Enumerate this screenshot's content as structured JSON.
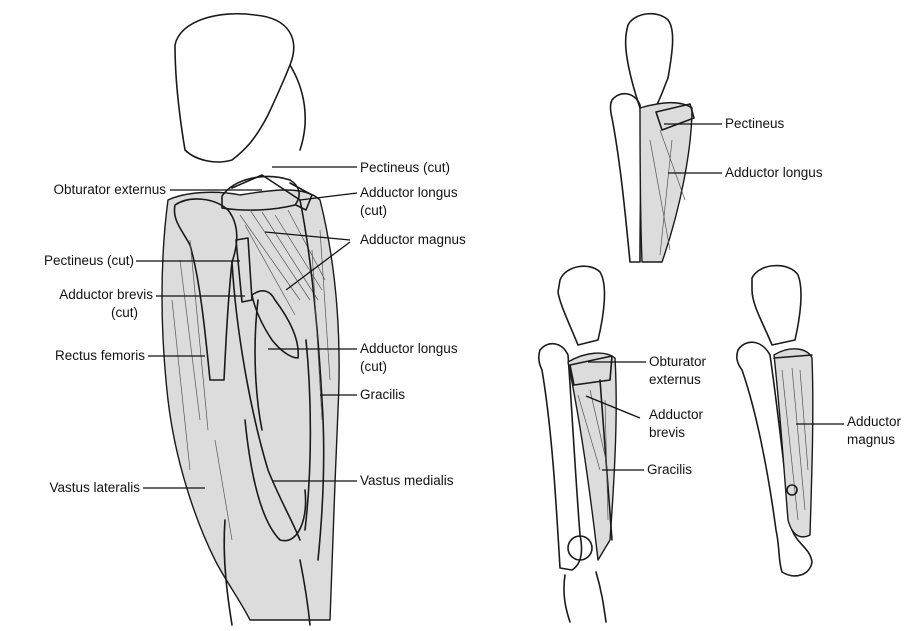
{
  "main": {
    "labels": {
      "pectineus_cut_top": "Pectineus (cut)",
      "obturator_externus": "Obturator externus",
      "adductor_longus_cut_top_1": "Adductor longus",
      "adductor_longus_cut_top_2": "(cut)",
      "adductor_magnus": "Adductor magnus",
      "pectineus_cut_left": "Pectineus (cut)",
      "adductor_brevis_cut_1": "Adductor brevis",
      "adductor_brevis_cut_2": "(cut)",
      "rectus_femoris": "Rectus femoris",
      "adductor_longus_cut_mid_1": "Adductor longus",
      "adductor_longus_cut_mid_2": "(cut)",
      "gracilis": "Gracilis",
      "vastus_lateralis": "Vastus lateralis",
      "vastus_medialis": "Vastus medialis"
    }
  },
  "inset_top": {
    "labels": {
      "pectineus": "Pectineus",
      "adductor_longus": "Adductor longus"
    }
  },
  "inset_bottom_left": {
    "labels": {
      "obturator_externus_1": "Obturator",
      "obturator_externus_2": "externus",
      "adductor_brevis_1": "Adductor",
      "adductor_brevis_2": "brevis",
      "gracilis": "Gracilis"
    }
  },
  "inset_bottom_right": {
    "labels": {
      "adductor_magnus_1": "Adductor",
      "adductor_magnus_2": "magnus"
    }
  }
}
